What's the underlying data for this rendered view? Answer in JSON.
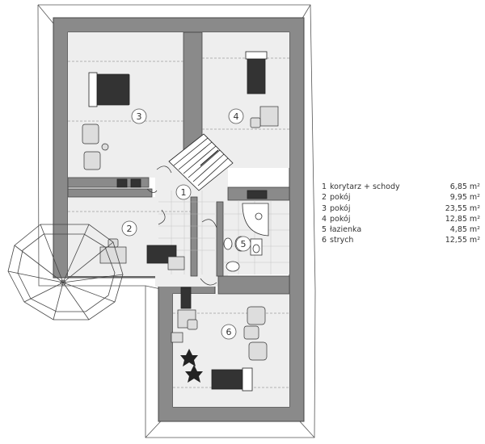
{
  "rooms": [
    {
      "number": "1",
      "name": "korytarz + schody",
      "area": "6,85 m²"
    },
    {
      "number": "2",
      "name": "pokój",
      "area": "9,95 m²"
    },
    {
      "number": "3",
      "name": "pokój",
      "area": "23,55 m²"
    },
    {
      "number": "4",
      "name": "pokój",
      "area": "12,85 m²"
    },
    {
      "number": "5",
      "name": "łazienka",
      "area": "4,85 m²"
    },
    {
      "number": "6",
      "name": "strych",
      "area": "12,55 m²"
    }
  ],
  "colors": {
    "wall": "#8a8a8a",
    "wall_outline": "#444444",
    "floor": "#eeeeee",
    "furniture": "#333333",
    "roof_line": "#555555"
  }
}
